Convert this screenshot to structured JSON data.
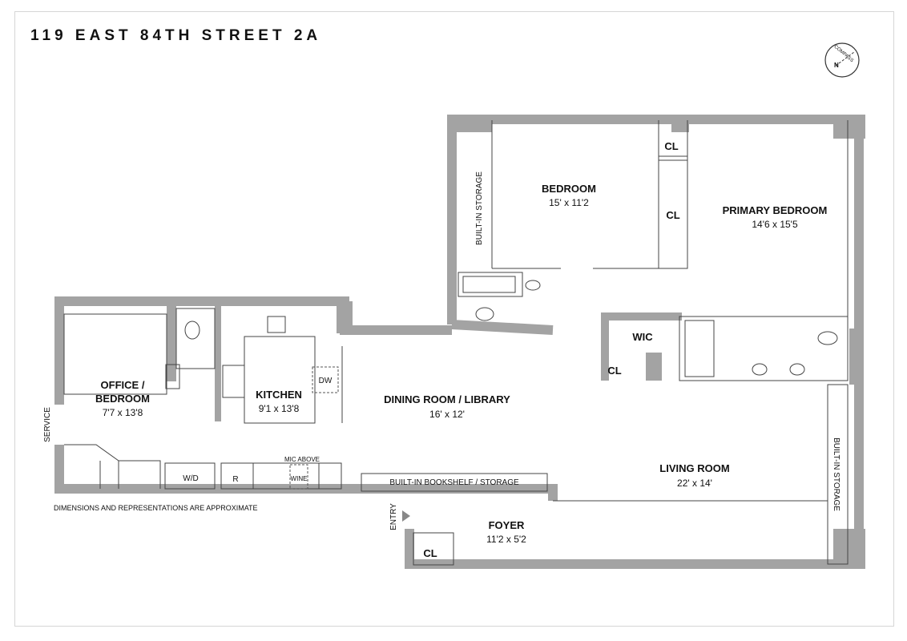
{
  "title": "119 EAST 84TH STREET 2A",
  "compass": {
    "label": "COMPASS",
    "north": "N",
    "north_color": "#d0021b"
  },
  "rooms": {
    "bedroom": {
      "name": "BEDROOM",
      "dims": "15' x 11'2"
    },
    "primary_bedroom": {
      "name": "PRIMARY BEDROOM",
      "dims": "14'6 x 15'5"
    },
    "office": {
      "name1": "OFFICE /",
      "name2": "BEDROOM",
      "dims": "7'7 x 13'8"
    },
    "kitchen": {
      "name": "KITCHEN",
      "dims": "9'1 x 13'8"
    },
    "dining": {
      "name": "DINING ROOM / LIBRARY",
      "dims": "16' x 12'"
    },
    "living": {
      "name": "LIVING ROOM",
      "dims": "22' x 14'"
    },
    "foyer": {
      "name": "FOYER",
      "dims": "11'2 x 5'2"
    },
    "wic": {
      "name": "WIC"
    }
  },
  "labels": {
    "cl": "CL",
    "builtin_storage": "BUILT-IN STORAGE",
    "dw": "DW",
    "wd": "W/D",
    "r": "R",
    "mic_above": "MIC ABOVE",
    "wine": "WINE",
    "bookshelf": "BUILT-IN BOOKSHELF / STORAGE",
    "service": "SERVICE",
    "entry": "ENTRY",
    "disclaimer": "DIMENSIONS AND REPRESENTATIONS ARE APPROXIMATE"
  }
}
